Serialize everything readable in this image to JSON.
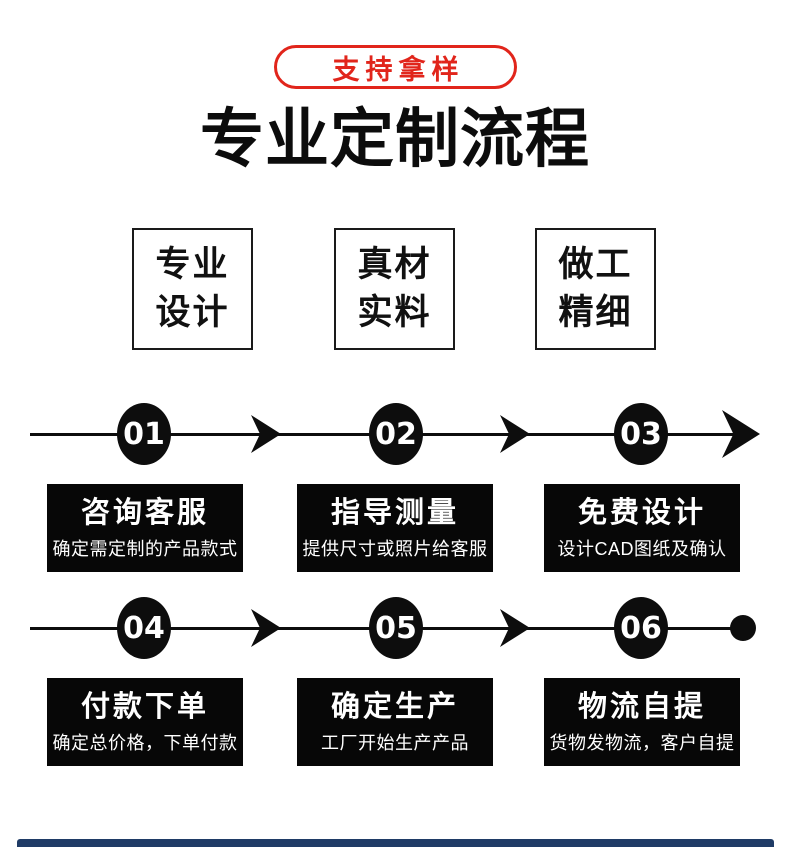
{
  "badge": {
    "label": "支持拿样"
  },
  "title": "专业定制流程",
  "features": [
    {
      "line1": "专业",
      "line2": "设计"
    },
    {
      "line1": "真材",
      "line2": "实料"
    },
    {
      "line1": "做工",
      "line2": "精细"
    }
  ],
  "steps": [
    {
      "num": "01",
      "title": "咨询客服",
      "desc": "确定需定制的产品款式"
    },
    {
      "num": "02",
      "title": "指导测量",
      "desc": "提供尺寸或照片给客服"
    },
    {
      "num": "03",
      "title": "免费设计",
      "desc": "设计CAD图纸及确认"
    },
    {
      "num": "04",
      "title": "付款下单",
      "desc": "确定总价格，下单付款"
    },
    {
      "num": "05",
      "title": "确定生产",
      "desc": "工厂开始生产产品"
    },
    {
      "num": "06",
      "title": "物流自提",
      "desc": "货物发物流，客户自提"
    }
  ],
  "colors": {
    "accent_red": "#e1251b",
    "step_black": "#070707",
    "footer_navy": "#1f3b66"
  }
}
